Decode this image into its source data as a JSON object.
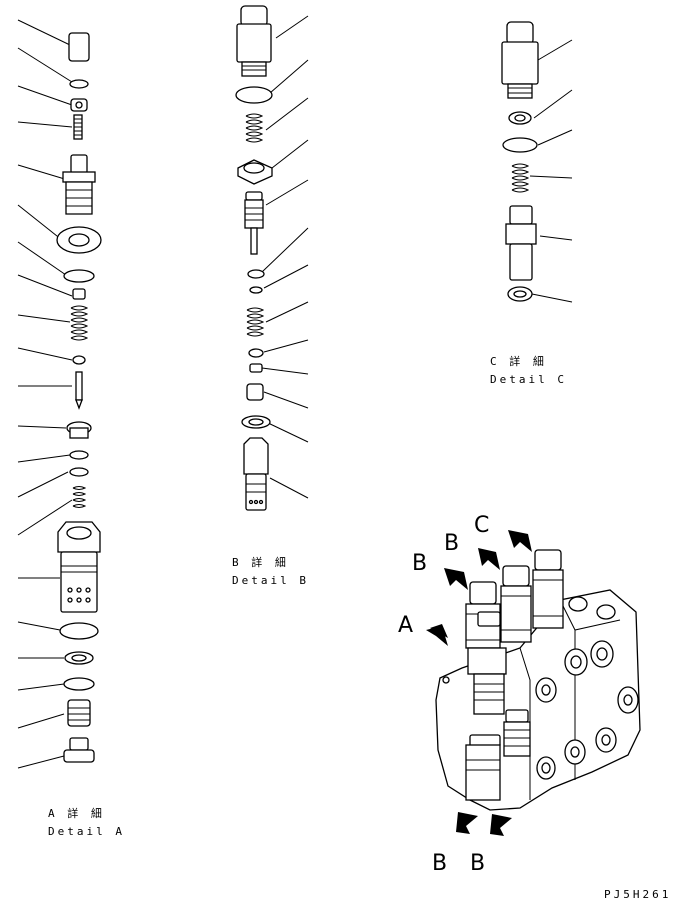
{
  "captions": {
    "detail_a_jp": "A 詳 細",
    "detail_a_en": "Detail A",
    "detail_b_jp": "B 詳 細",
    "detail_b_en": "Detail B",
    "detail_c_jp": "C 詳 細",
    "detail_c_en": "Detail C"
  },
  "callouts": {
    "a": "A",
    "b1": "B",
    "b2": "B",
    "c": "C",
    "b_bottom_left": "B",
    "b_bottom_right": "B"
  },
  "drawing_code": "PJ5H261"
}
